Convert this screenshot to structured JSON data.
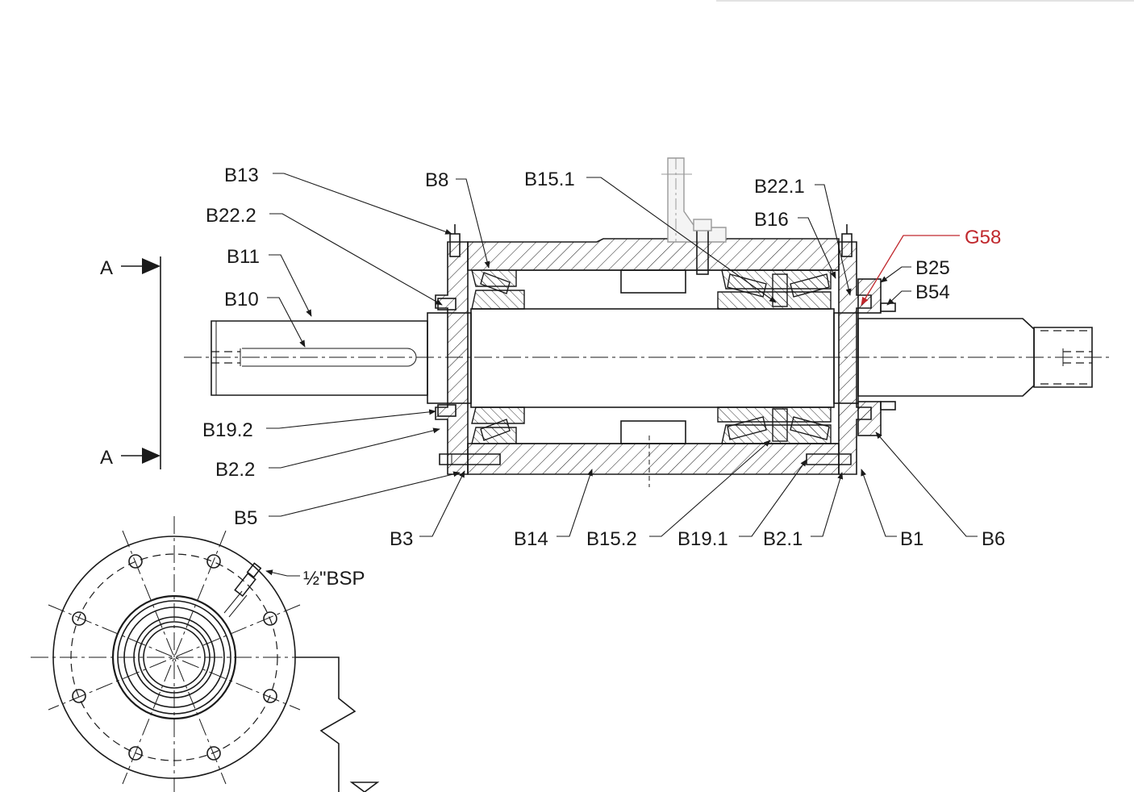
{
  "section_mark": {
    "letter_top": "A",
    "letter_bottom": "A"
  },
  "thread_callout": "½\"BSP",
  "labels": {
    "b13": "B13",
    "b22_2": "B22.2",
    "b11": "B11",
    "b10": "B10",
    "b19_2": "B19.2",
    "b2_2": "B2.2",
    "b5": "B5",
    "b8": "B8",
    "b15_1": "B15.1",
    "b22_1": "B22.1",
    "b16": "B16",
    "g58": "G58",
    "b25": "B25",
    "b54": "B54",
    "b3": "B3",
    "b14": "B14",
    "b15_2": "B15.2",
    "b19_1": "B19.1",
    "b2_1": "B2.1",
    "b1": "B1",
    "b6": "B6"
  },
  "colors": {
    "line": "#1a1a1a",
    "highlight": "#c0282d",
    "background": "#ffffff"
  }
}
